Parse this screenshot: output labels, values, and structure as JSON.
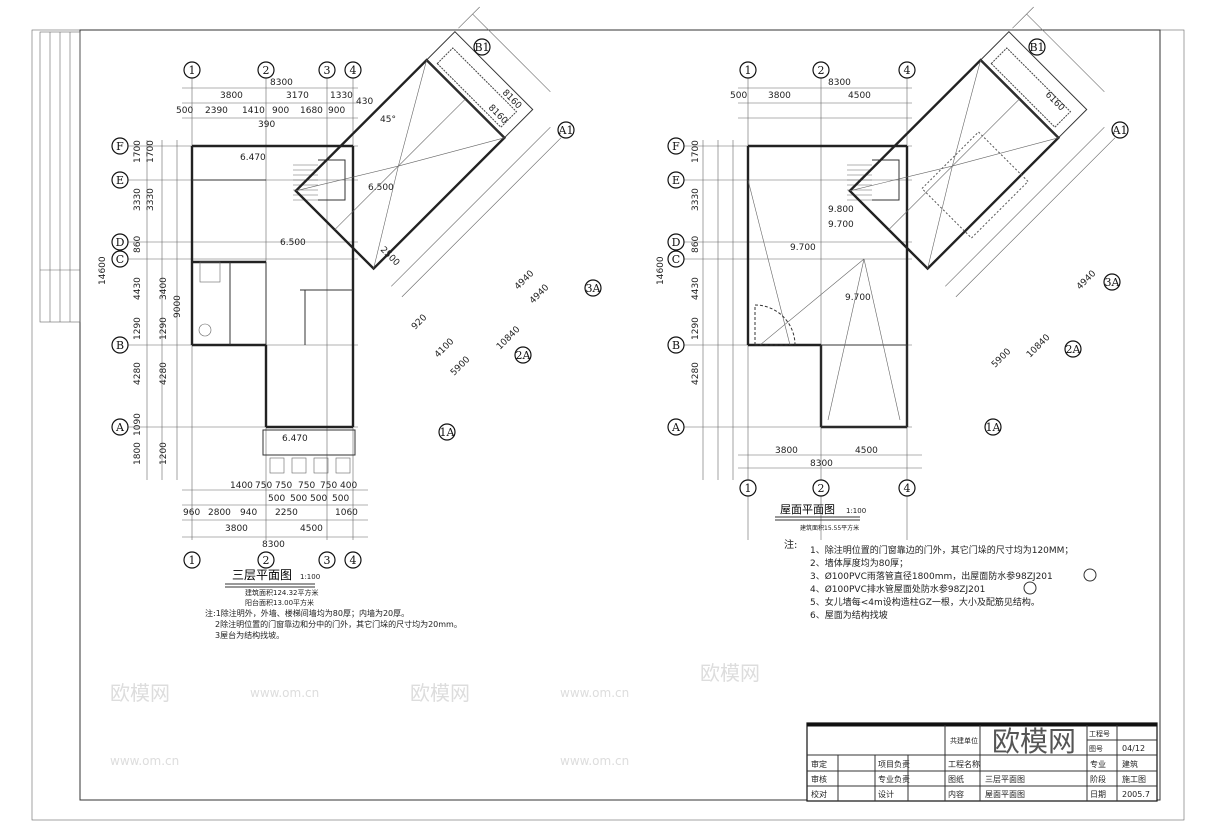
{
  "left_plan": {
    "title": "三层平面图",
    "scale": "1:100",
    "area1": "建筑面积124.32平方米",
    "area2": "阳台面积13.00平方米",
    "notes": [
      "注:1除注明外，外墙、楼梯间墙均为80厚；内墙为20厚。",
      "2除注明位置的门窗靠边和分中的门外，其它门垛的尺寸均为20mm。",
      "3屋台为结构找坡。"
    ],
    "axes_x": [
      "1",
      "2",
      "3",
      "4"
    ],
    "axes_y": [
      "F",
      "E",
      "D",
      "C",
      "B",
      "A"
    ],
    "axes_wing": [
      "B1",
      "A1",
      "3A",
      "2A",
      "1A"
    ],
    "dims_top": [
      "8300",
      "3800",
      "3170",
      "1330",
      "500",
      "2390",
      "1410",
      "900",
      "1680",
      "900",
      "430",
      "390"
    ],
    "dims_left": [
      "1700",
      "1700",
      "3330",
      "3330",
      "860",
      "14600",
      "4430",
      "3400",
      "9000",
      "1290",
      "1290",
      "4280",
      "4280",
      "1090",
      "1800",
      "1200"
    ],
    "dims_bottom": [
      "1400",
      "750",
      "750",
      "750",
      "750",
      "400",
      "500",
      "500",
      "500",
      "500",
      "960",
      "2800",
      "940",
      "2250",
      "1060",
      "3800",
      "4500",
      "8300"
    ],
    "dims_diag": [
      "8160",
      "8160",
      "4940",
      "4940",
      "4100",
      "5900",
      "10840",
      "2500",
      "920"
    ],
    "elevations": [
      "6.470",
      "6.500",
      "6.500",
      "6.470"
    ],
    "angle": "45°"
  },
  "right_plan": {
    "title": "屋面平面图",
    "scale": "1:100",
    "area": "建筑面积15.55平方米",
    "notes_label": "注:",
    "notes": [
      "1、除注明位置的门窗靠边的门外，其它门垛的尺寸均为120MM；",
      "2、墙体厚度均为80厚；",
      "3、Ø100PVC雨落管直径1800mm，出屋面防水参98ZJ201",
      "4、Ø100PVC排水管屋面处防水参98ZJ201",
      "5、女儿墙每<4m设构造柱GZ一根，大小及配筋见结构。",
      "6、屋面为结构找坡"
    ],
    "axes_x": [
      "1",
      "2",
      "4"
    ],
    "axes_y": [
      "F",
      "E",
      "D",
      "C",
      "B",
      "A"
    ],
    "axes_wing": [
      "B1",
      "A1",
      "3A",
      "2A",
      "1A"
    ],
    "dims_top": [
      "8300",
      "500",
      "3800",
      "4500"
    ],
    "dims_left": [
      "1700",
      "3330",
      "860",
      "14600",
      "4430",
      "1290",
      "4280"
    ],
    "dims_bottom": [
      "3800",
      "4500",
      "8300"
    ],
    "dims_diag": [
      "6160",
      "4940",
      "5900",
      "10840"
    ],
    "elevations": [
      "9.800",
      "9.700",
      "9.700",
      "9.700"
    ]
  },
  "title_block": {
    "jointly_built_unit": "共建单位",
    "project_no_label": "工程号",
    "drawing_no_label": "图号",
    "drawing_no": "04/12",
    "rows": [
      {
        "a": "审定",
        "b": "项目负责",
        "c": "工程名称",
        "d": "",
        "e": "专业",
        "f": "建筑"
      },
      {
        "a": "审核",
        "b": "专业负责",
        "c": "图纸",
        "d": "三层平面图",
        "e": "阶段",
        "f": "施工图"
      },
      {
        "a": "校对",
        "b": "设计",
        "c": "内容",
        "d": "屋面平面图",
        "e": "日期",
        "f": "2005.7"
      }
    ]
  },
  "watermark": {
    "logo": "欧模网",
    "url": "www.om.cn"
  },
  "colors": {
    "line": "#333333",
    "background": "#ffffff",
    "watermark": "#dddddd"
  }
}
